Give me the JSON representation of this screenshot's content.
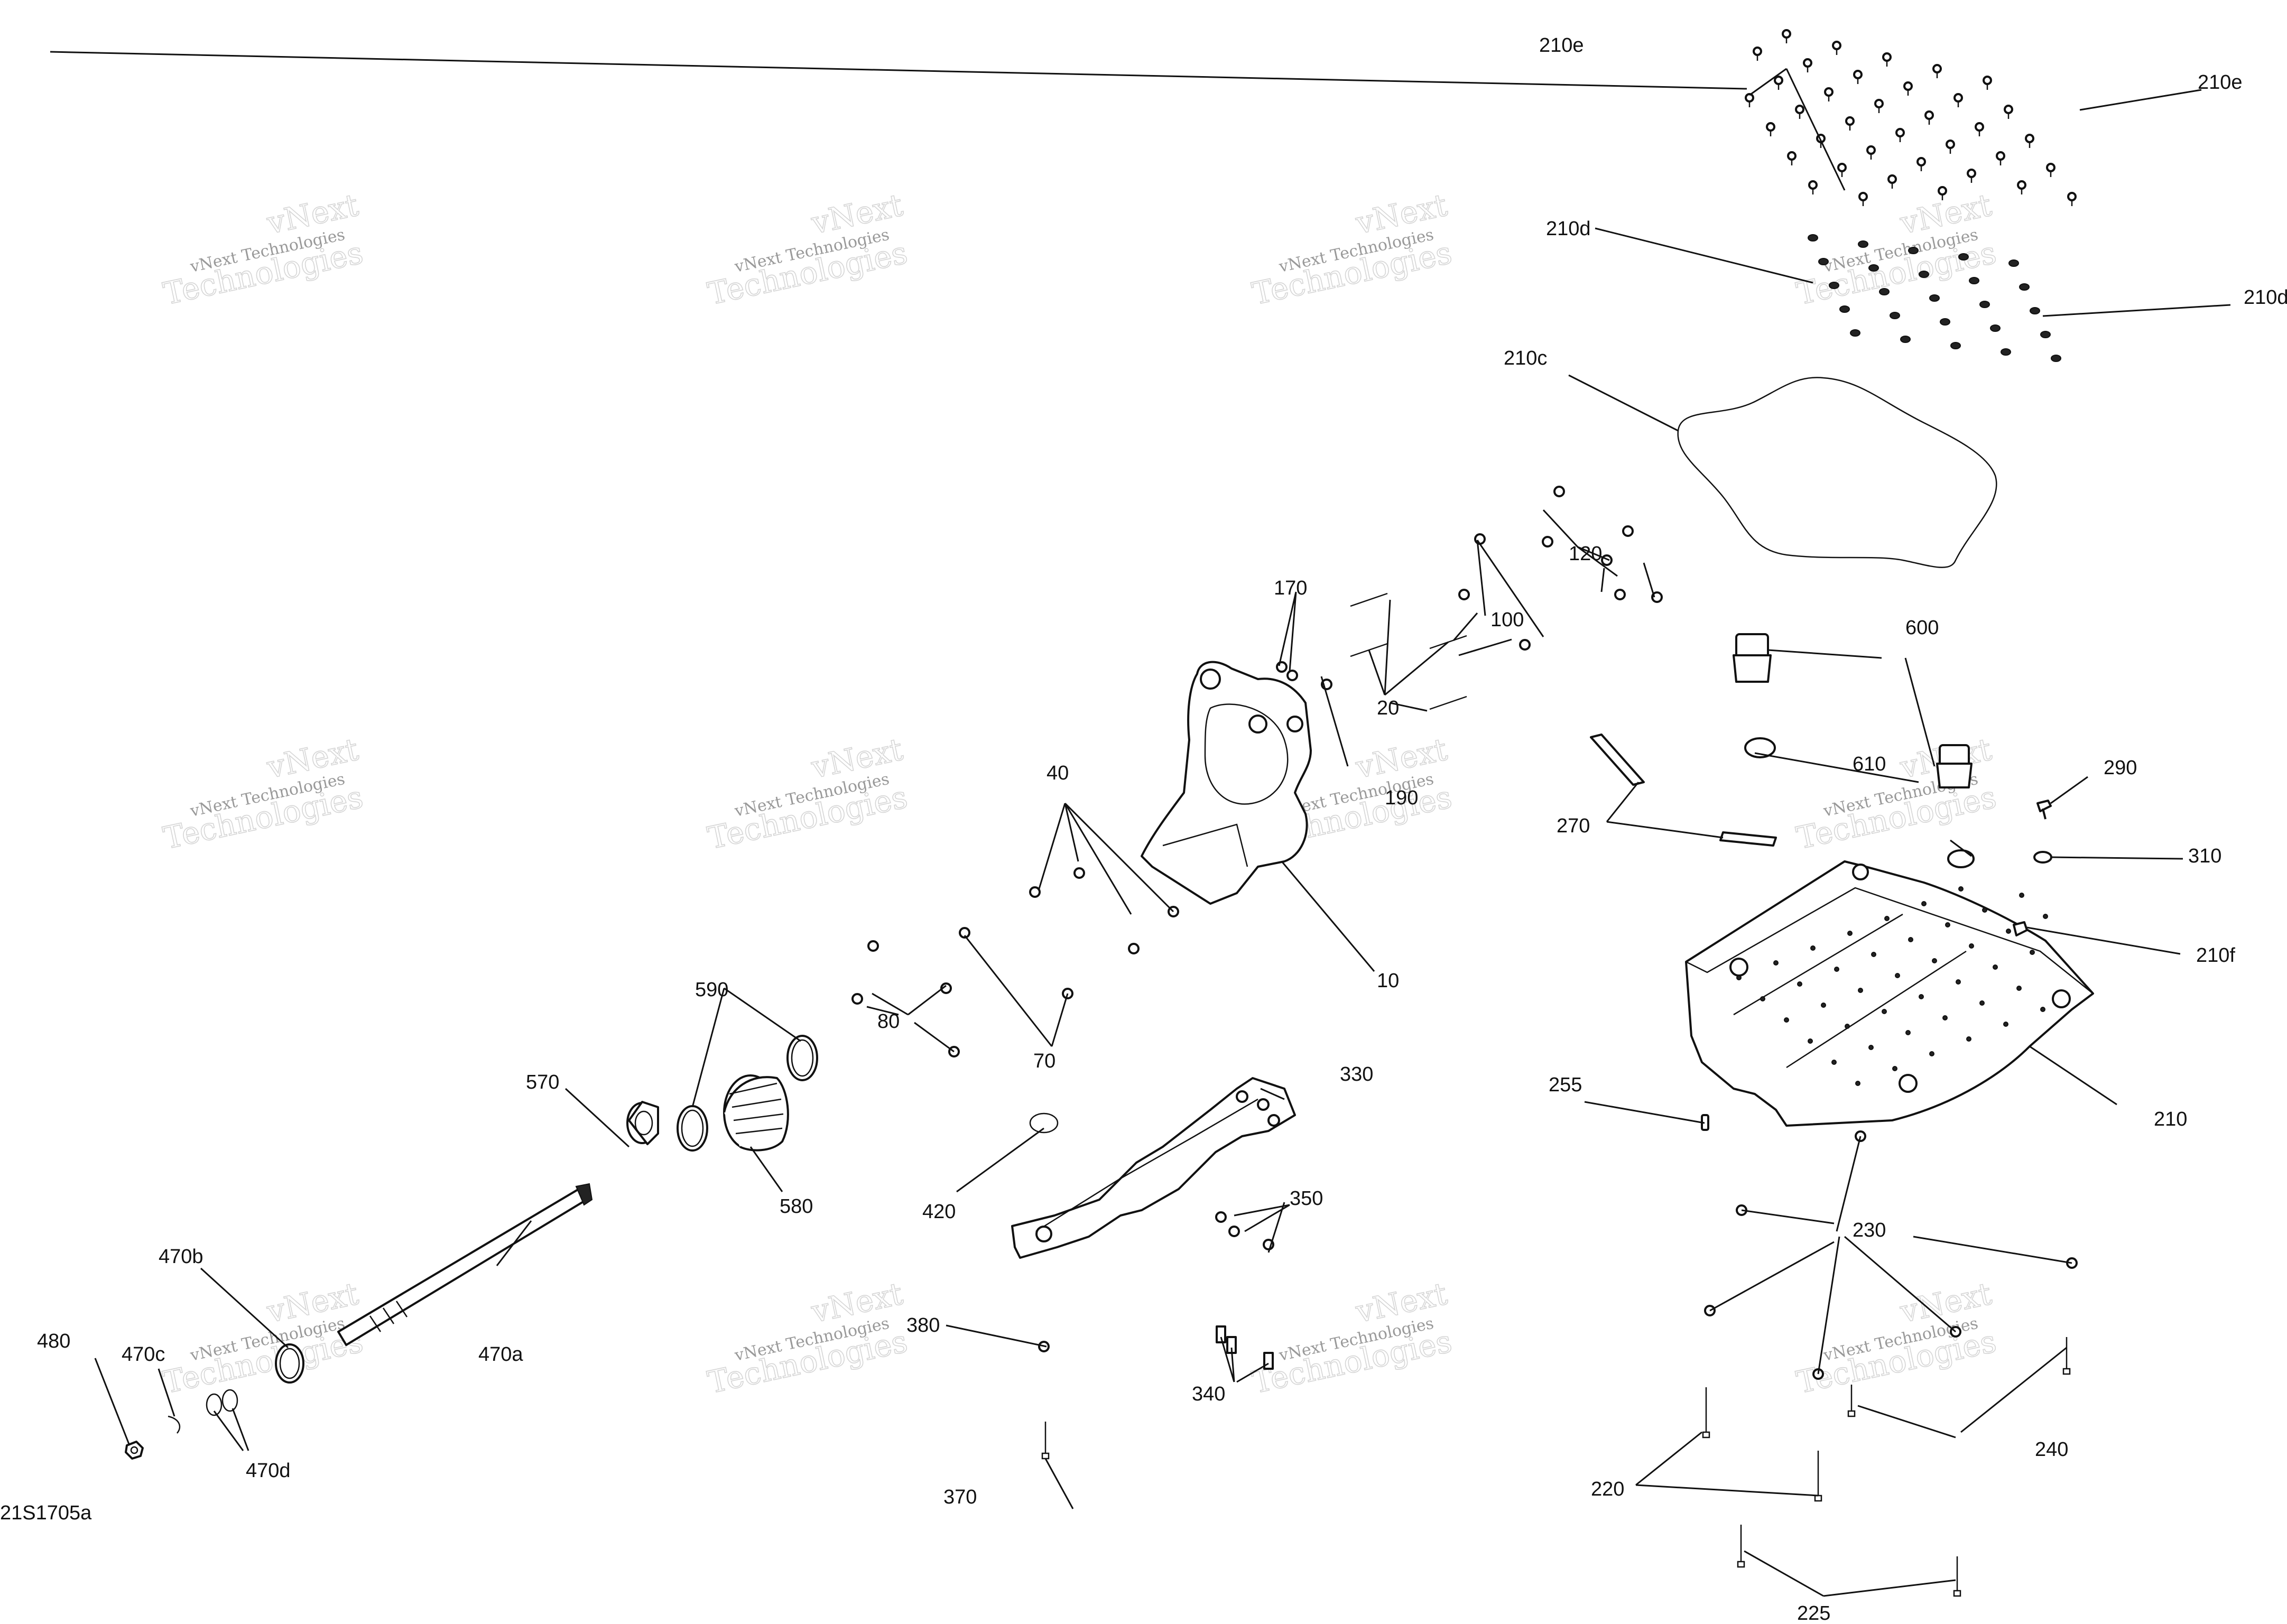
{
  "diagram_code": "21S1705a",
  "watermark": {
    "line1": "vNext",
    "line2": "vNext Technologies",
    "line3": "Technologies"
  },
  "callouts": {
    "c10": "10",
    "c20": "20",
    "c40": "40",
    "c70": "70",
    "c80": "80",
    "c100": "100",
    "c120": "120",
    "c170": "170",
    "c190": "190",
    "c210": "210",
    "c210c": "210c",
    "c210d_left": "210d",
    "c210d_right": "210d",
    "c210e_left": "210e",
    "c210e_right": "210e",
    "c210f": "210f",
    "c220": "220",
    "c225": "225",
    "c230": "230",
    "c240": "240",
    "c255": "255",
    "c270": "270",
    "c290": "290",
    "c310": "310",
    "c330": "330",
    "c340": "340",
    "c350": "350",
    "c370": "370",
    "c380": "380",
    "c420": "420",
    "c470a": "470a",
    "c470b": "470b",
    "c470c": "470c",
    "c470d": "470d",
    "c480": "480",
    "c570": "570",
    "c580": "580",
    "c590": "590",
    "c600": "600",
    "c610": "610"
  }
}
